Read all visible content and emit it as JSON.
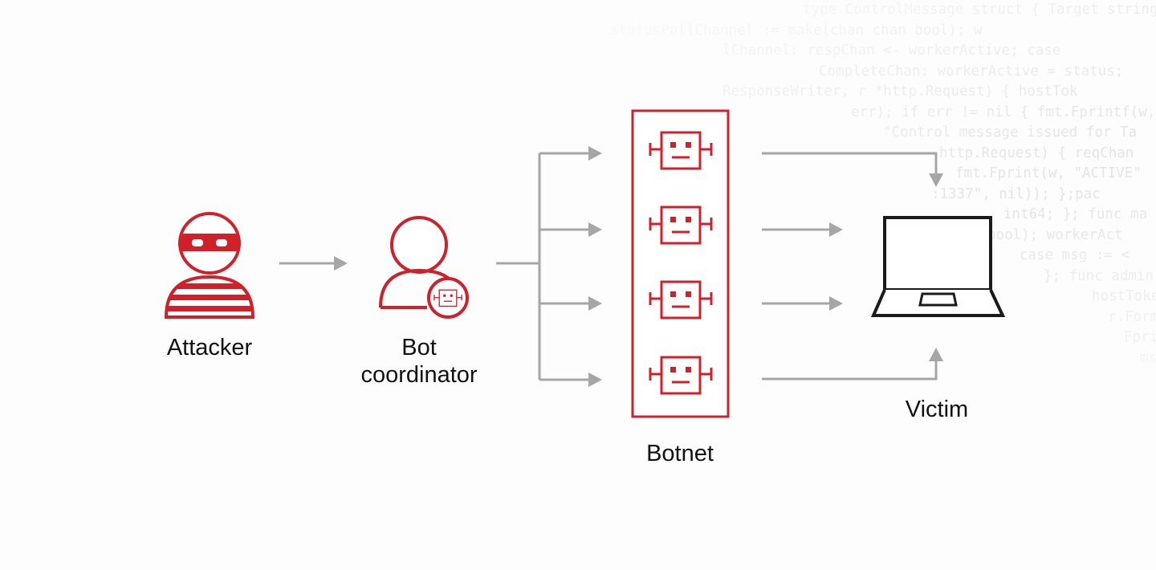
{
  "nodes": {
    "attacker": "Attacker",
    "coordinator_line1": "Bot",
    "coordinator_line2": "coordinator",
    "botnet": "Botnet",
    "victim": "Victim"
  },
  "code_lines": [
    "type ControlMessage struct { Target string; Co",
    "statusPollChannel := make(chan chan bool); w",
    "lChannel: respChan <- workerActive; case",
    "CompleteChan: workerActive = status;",
    "ResponseWriter, r *http.Request) { hostTok",
    "err); if err != nil { fmt.Fprintf(w,",
    "\"Control message issued for Ta",
    "http.Request) { reqChan",
    "fmt.Fprint(w, \"ACTIVE\"",
    ":1337\", nil)); };pac",
    "int64; }; func ma",
    "bool); workerAct",
    "case msg := <",
    "}; func admin(",
    "hostTokens",
    "r.Form",
    "Fprintf",
    "msg"
  ],
  "colors": {
    "accent": "#d0212b",
    "arrow": "#a6a6a6",
    "laptop": "#1a1a1a",
    "text": "#111111"
  },
  "icons": {
    "attacker": "masked-attacker-icon",
    "coordinator": "user-with-bot-badge-icon",
    "bot": "robot-face-icon",
    "victim": "laptop-icon"
  }
}
